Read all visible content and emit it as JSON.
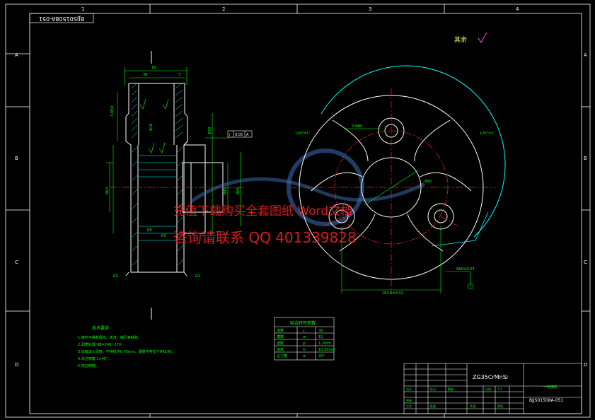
{
  "frame": {
    "col_labels": [
      "1",
      "2",
      "3",
      "4"
    ],
    "row_labels": [
      "A",
      "B",
      "C",
      "D"
    ],
    "drawing_number_rotated": "BJJS01508A-051"
  },
  "corner_note": "其余",
  "watermark": {
    "line1": "充值下载购买全套图纸 Word文档",
    "line2": "咨询请联系 QQ 401339828"
  },
  "section_view": {
    "dims_top": [
      "18",
      "39",
      "3"
    ],
    "dims_side": [
      "3-Φ50",
      "Φ18",
      "Φ70",
      "Φ63",
      "Φ45",
      "Φ65"
    ],
    "radius_labels": [
      "R2",
      "R5",
      "R3"
    ],
    "tolerance_box": [
      "r",
      "0.05",
      "A"
    ]
  },
  "front_view": {
    "labels": [
      "3-Φ80",
      "Φ90",
      "120°±1'",
      "120°±1'"
    ],
    "bottom_dim": "183.9±0.02",
    "right_dim": "Φ60±0.03"
  },
  "tech_req": {
    "title": "技术要求",
    "items": [
      "1.铸件不得有裂纹、夹渣、缩孔等缺陷。",
      "2.调质处理 HB=240~270",
      "3.齿面淬火深度，不得低于0.75mm，硬度不得低于HRC45。",
      "4.未注倒角 1×45°。",
      "5.锐边倒钝。"
    ]
  },
  "gear_table": {
    "title": "啮合特性参数",
    "rows": [
      [
        "齿数",
        "z",
        "30"
      ],
      [
        "模数",
        "m",
        "15"
      ],
      [
        "齿距",
        "p",
        "1.2mm"
      ],
      [
        "齿高",
        "h",
        "10.25mm"
      ],
      [
        "压力角",
        "α",
        "20°"
      ]
    ]
  },
  "title_block": {
    "material": "ZG35CrMnSi",
    "part_name": "一级链轮",
    "drawing_no": "BJJS01508A-051",
    "cells": [
      "设计",
      "审核",
      "工艺",
      "批准",
      "比例",
      "1:1",
      "共张",
      "第张",
      "标记",
      "数量"
    ]
  },
  "colors": {
    "frame": "#ffffff",
    "outline": "#ffffff",
    "dim": "#00ff00",
    "center": "#ff2020",
    "hatch": "#00ffff",
    "wm_red": "#ff2020",
    "wm_blue": "#5b8fd8"
  }
}
